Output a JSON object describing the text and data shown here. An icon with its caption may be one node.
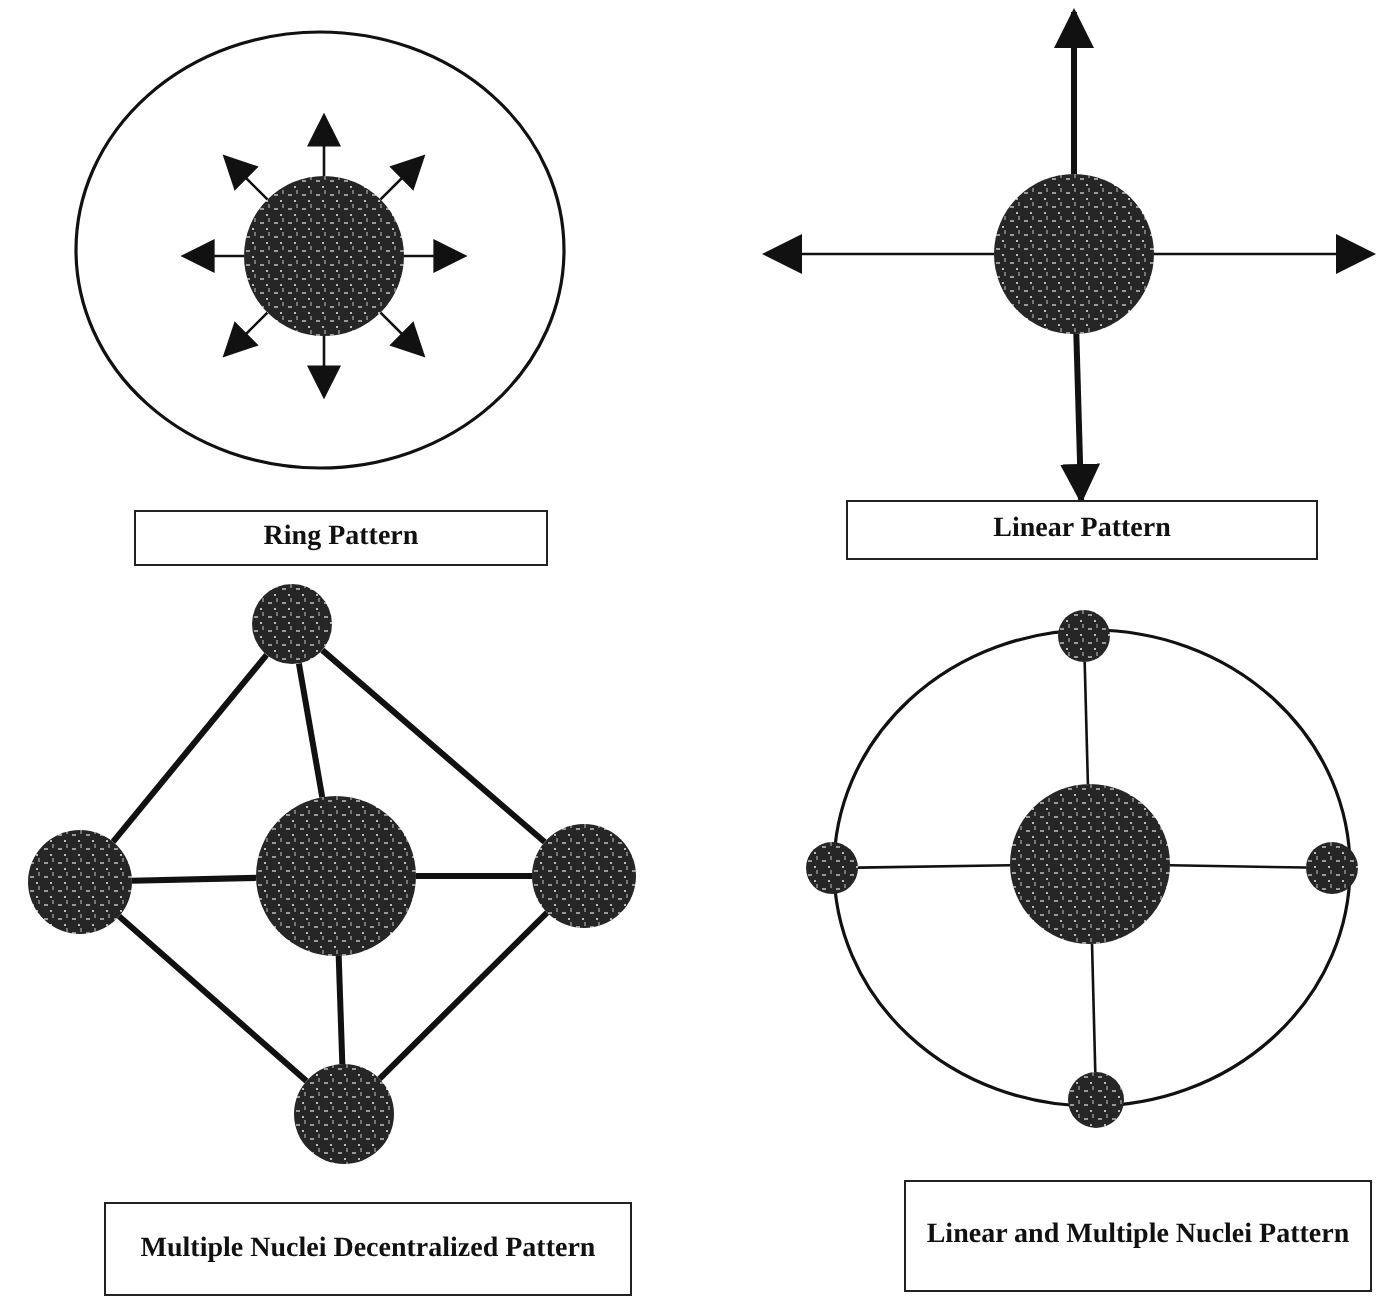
{
  "diagram": {
    "nodes": [
      {
        "text": [],
        "shape": "circle"
      },
      {
        "text": [],
        "shape": "circle",
        "in": 0
      },
      {
        "text": [
          "Ring Pattern"
        ]
      },
      {
        "text": [],
        "shape": "circle"
      },
      {
        "text": [
          "Linear Pattern"
        ]
      },
      {
        "text": [],
        "shape": "circle"
      },
      {
        "text": [],
        "shape": "circle"
      },
      {
        "text": [],
        "shape": "circle"
      },
      {
        "text": [],
        "shape": "circle"
      },
      {
        "text": [],
        "shape": "circle"
      },
      {
        "text": [
          "Multiple Nuclei Decentralized Pattern"
        ]
      },
      {
        "text": [],
        "shape": "circle"
      },
      {
        "text": [],
        "shape": "circle"
      },
      {
        "text": [],
        "shape": "circle"
      },
      {
        "text": [],
        "shape": "circle",
        "in": 11
      },
      {
        "text": [],
        "shape": "circle"
      },
      {
        "text": [],
        "shape": "circle"
      },
      {
        "text": [
          "Linear and Multiple Nuclei Pattern"
        ]
      }
    ],
    "edges": [
      {
        "from": 1,
        "to": null,
        "arrow": "to"
      },
      {
        "from": 1,
        "to": null,
        "arrow": "to"
      },
      {
        "from": 1,
        "to": null,
        "arrow": "to"
      },
      {
        "from": 1,
        "to": null,
        "arrow": "to"
      },
      {
        "from": 1,
        "to": null,
        "arrow": "to"
      },
      {
        "from": 1,
        "to": null,
        "arrow": "to"
      },
      {
        "from": 1,
        "to": null,
        "arrow": "to"
      },
      {
        "from": 1,
        "to": null,
        "arrow": "to"
      },
      {
        "from": 3,
        "to": null,
        "arrow": "to",
        "style": "thick"
      },
      {
        "from": 3,
        "to": null,
        "arrow": "to"
      },
      {
        "from": 3,
        "to": null,
        "arrow": "to"
      },
      {
        "from": 3,
        "to": 4,
        "arrow": "to",
        "style": "thick"
      },
      {
        "from": 5,
        "to": 7,
        "arrow": "none",
        "style": "thick"
      },
      {
        "from": 6,
        "to": 7,
        "arrow": "none",
        "style": "thick"
      },
      {
        "from": 7,
        "to": 8,
        "arrow": "none",
        "style": "thick"
      },
      {
        "from": 7,
        "to": 9,
        "arrow": "none",
        "style": "thick"
      },
      {
        "from": 5,
        "to": 6,
        "arrow": "none",
        "style": "thick"
      },
      {
        "from": 5,
        "to": 8,
        "arrow": "none",
        "style": "thick"
      },
      {
        "from": 6,
        "to": 9,
        "arrow": "none",
        "style": "thick"
      },
      {
        "from": 8,
        "to": 9,
        "arrow": "none",
        "style": "thick"
      },
      {
        "from": 14,
        "to": 12,
        "arrow": "none"
      },
      {
        "from": 14,
        "to": 13,
        "arrow": "none"
      },
      {
        "from": 14,
        "to": 15,
        "arrow": "none"
      },
      {
        "from": 14,
        "to": 16,
        "arrow": "none"
      }
    ]
  }
}
